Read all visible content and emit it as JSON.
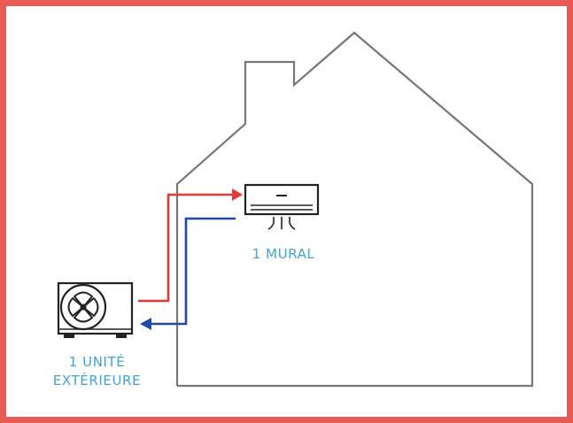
{
  "units": {
    "indoor_label": "1 MURAL",
    "outdoor_label_line1": "1 UNITÉ",
    "outdoor_label_line2": "EXTÉRIEURE"
  },
  "colors": {
    "frame": "#e85a56",
    "house_outline": "#777777",
    "supply_pipe": "#e53935",
    "return_pipe": "#1f4aa8",
    "label_text": "#3fa3d9",
    "unit_stroke": "#222222"
  },
  "icons": {
    "indoor_unit": "wall-mounted-ac-icon",
    "outdoor_unit": "outdoor-fan-unit-icon",
    "house": "house-outline-icon"
  }
}
